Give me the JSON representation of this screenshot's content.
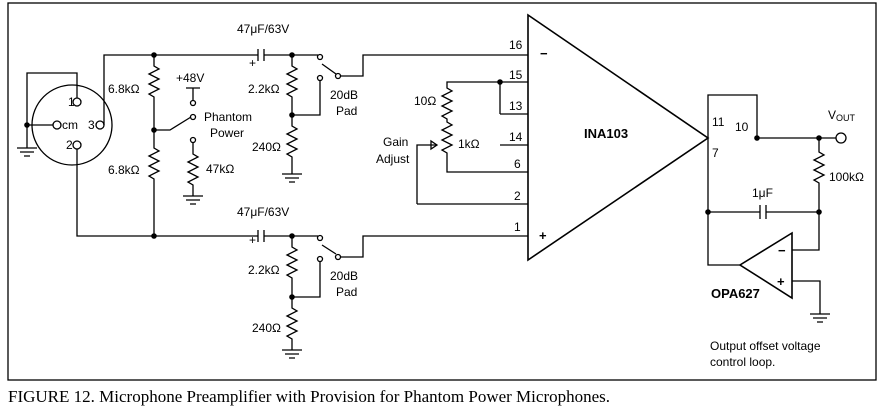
{
  "caption": "FIGURE 12. Microphone Preamplifier with Provision for Phantom Power Microphones.",
  "components": {
    "cap_top": "47μF/63V",
    "cap_bottom": "47μF/63V",
    "cap_plus": "+",
    "r_top_68": "6.8kΩ",
    "r_bottom_68": "6.8kΩ",
    "phantom_voltage": "+48V",
    "phantom_label_1": "Phantom",
    "phantom_label_2": "Power",
    "r_47k": "47kΩ",
    "r_22k_top": "2.2kΩ",
    "r_240_top": "240Ω",
    "r_22k_bottom": "2.2kΩ",
    "r_240_bottom": "240Ω",
    "pad_top_1": "20dB",
    "pad_top_2": "Pad",
    "pad_bottom_1": "20dB",
    "pad_bottom_2": "Pad",
    "r_10": "10Ω",
    "r_1k": "1kΩ",
    "gain_1": "Gain",
    "gain_2": "Adjust",
    "ina_name": "INA103",
    "opa_name": "OPA627",
    "cap_1u": "1μF",
    "r_100k": "100kΩ",
    "vout_main": "V",
    "vout_sub": "OUT",
    "note_1": "Output offset voltage",
    "note_2": "control loop."
  },
  "connector": {
    "pin1": "1",
    "pin2": "2",
    "pin3": "3",
    "cm": "cm"
  },
  "pins": {
    "p16": "16",
    "p15": "15",
    "p13": "13",
    "p14": "14",
    "p6": "6",
    "p2": "2",
    "p1": "1",
    "p11": "11",
    "p10": "10",
    "p7": "7",
    "minus": "−",
    "plus": "+"
  }
}
